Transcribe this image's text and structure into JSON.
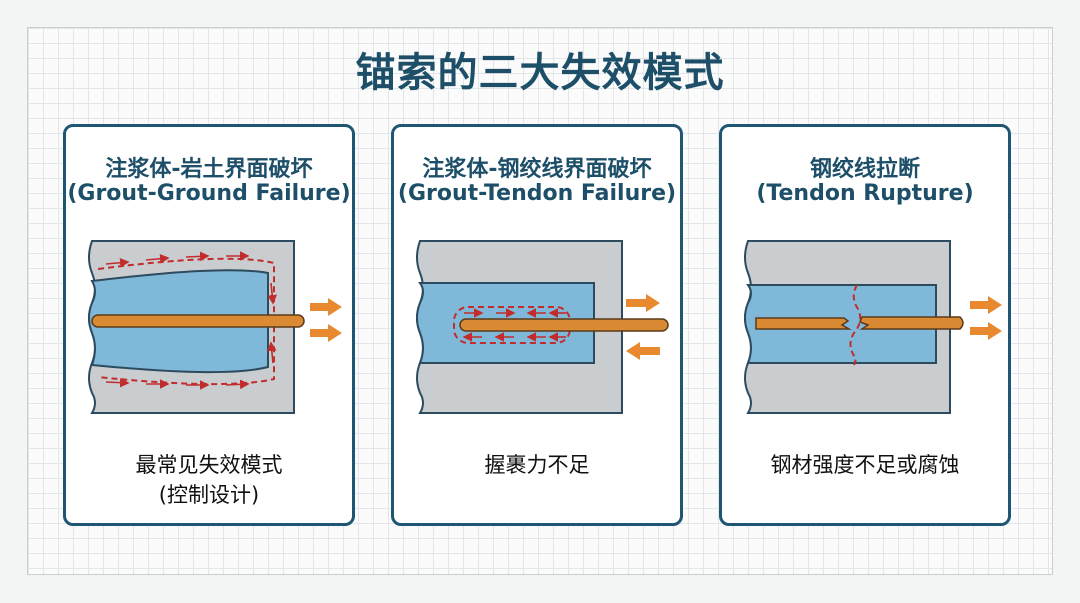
{
  "title": "锚索的三大失效模式",
  "colors": {
    "heading": "#1d4f69",
    "border": "#1f5674",
    "ground": "#c9cdd0",
    "grout": "#7fb8d8",
    "tendon": "#d98a32",
    "failure_line": "#c22c2c",
    "arrow": "#e9892f"
  },
  "cards": [
    {
      "title_cn": "注浆体-岩土界面破坏",
      "title_en": "(Grout-Ground Failure)",
      "caption_line1": "最常见失效模式",
      "caption_line2": "(控制设计)"
    },
    {
      "title_cn": "注浆体-钢绞线界面破坏",
      "title_en": "(Grout-Tendon Failure)",
      "caption_line1": "握裹力不足"
    },
    {
      "title_cn": "钢绞线拉断",
      "title_en": "(Tendon Rupture)",
      "caption_line1": "钢材强度不足或腐蚀"
    }
  ]
}
